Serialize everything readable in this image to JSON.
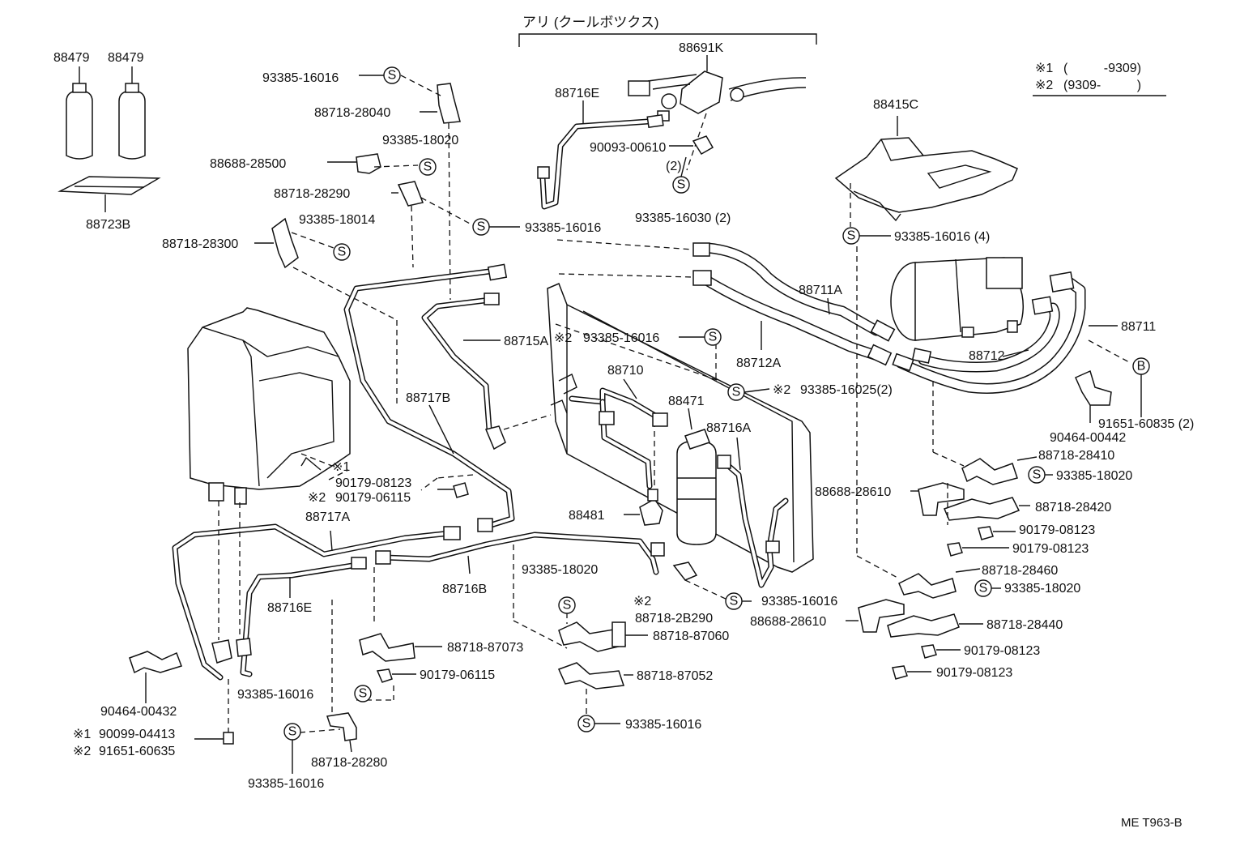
{
  "legend": {
    "note1_mark": "※1",
    "note1_range": "(          -9309)",
    "note2_mark": "※2",
    "note2_range": "(9309-          )"
  },
  "header": {
    "cool_box": "アリ (クールボツクス)"
  },
  "reference_code": "ME T963-B",
  "symbols": {
    "s": "S",
    "b": "B"
  },
  "labels": {
    "p88479_a": "88479",
    "p88479_b": "88479",
    "p88723B": "88723B",
    "p93385_16016_top": "93385-16016",
    "p88718_28040": "88718-28040",
    "p93385_18020_top": "93385-18020",
    "p88688_28500": "88688-28500",
    "p88718_28290": "88718-28290",
    "p93385_16016_mid": "93385-16016",
    "p93385_18014": "93385-18014",
    "p88718_28300": "88718-28300",
    "p88691K": "88691K",
    "p88716E_top": "88716E",
    "p90093_00610": "90093-00610",
    "p90093_qty": "(2)",
    "p93385_16030": "93385-16030 (2)",
    "p88415C": "88415C",
    "p93385_16016_4": "93385-16016 (4)",
    "p88711A": "88711A",
    "p88711": "88711",
    "p88712": "88712",
    "p88712A": "88712A",
    "p88715A": "88715A",
    "p93385_16016_n2": "93385-16016",
    "p88710": "88710",
    "p88471": "88471",
    "p88716A": "88716A",
    "p93385_16025": "93385-16025(2)",
    "p88717B": "88717B",
    "p90179_08123_a": "90179-08123",
    "p90179_06115_a": "90179-06115",
    "p88717A": "88717A",
    "p88481": "88481",
    "p88716B": "88716B",
    "p93385_18020_mid": "93385-18020",
    "p88716E_bot": "88716E",
    "p88718_2B290": "88718-2B290",
    "p93385_16016_c": "93385-16016",
    "p88718_87060": "88718-87060",
    "p88718_87073": "88718-87073",
    "p90179_06115_b": "90179-06115",
    "p93385_16016_d": "93385-16016",
    "p88718_87052": "88718-87052",
    "p93385_16016_e": "93385-16016",
    "p90464_00432": "90464-00432",
    "p90099_04413": "90099-04413",
    "p91651_60635": "91651-60635",
    "p88718_28280": "88718-28280",
    "p93385_16016_f": "93385-16016",
    "p90464_00442": "90464-00442",
    "p91651_60835": "91651-60835 (2)",
    "p88718_28410": "88718-28410",
    "p93385_18020_r1": "93385-18020",
    "p88688_28610_a": "88688-28610",
    "p88718_28420": "88718-28420",
    "p90179_08123_b": "90179-08123",
    "p90179_08123_c": "90179-08123",
    "p88718_28460": "88718-28460",
    "p93385_18020_r2": "93385-18020",
    "p88688_28610_b": "88688-28610",
    "p88718_28440": "88718-28440",
    "p90179_08123_d": "90179-08123",
    "p90179_08123_e": "90179-08123"
  },
  "marks": {
    "m1_evap": "※1",
    "m2_evap": "※2",
    "m2_cond": "※2",
    "m2_16025": "※2",
    "m2_2B290": "※2",
    "m1_bolt": "※1",
    "m2_bolt": "※2"
  }
}
